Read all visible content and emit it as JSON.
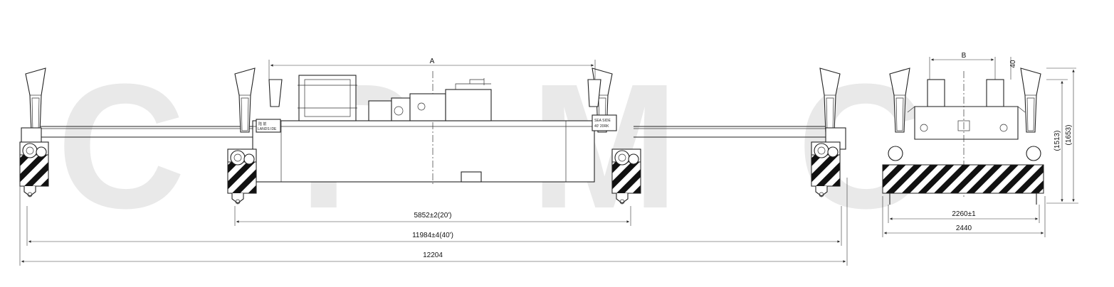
{
  "watermark": [
    "C",
    "P",
    "M",
    "C"
  ],
  "front_view": {
    "dim_A": "A",
    "dim_20ft": "5852±2(20')",
    "dim_40ft": "11984±4(40')",
    "dim_overall": "12204",
    "nameplate_left": [
      "陆 前",
      "LANDS IDE"
    ],
    "nameplate_right": [
      "SEA SIDE",
      "40' 20RK"
    ]
  },
  "side_view": {
    "dim_B": "B",
    "dim_40": "40",
    "dim_1513": "(1513)",
    "dim_1653": "(1653)",
    "dim_2260": "2260±1",
    "dim_2440": "2440"
  },
  "colors": {
    "line": "#222222",
    "watermark": "#e9e9e9",
    "background": "#ffffff"
  }
}
